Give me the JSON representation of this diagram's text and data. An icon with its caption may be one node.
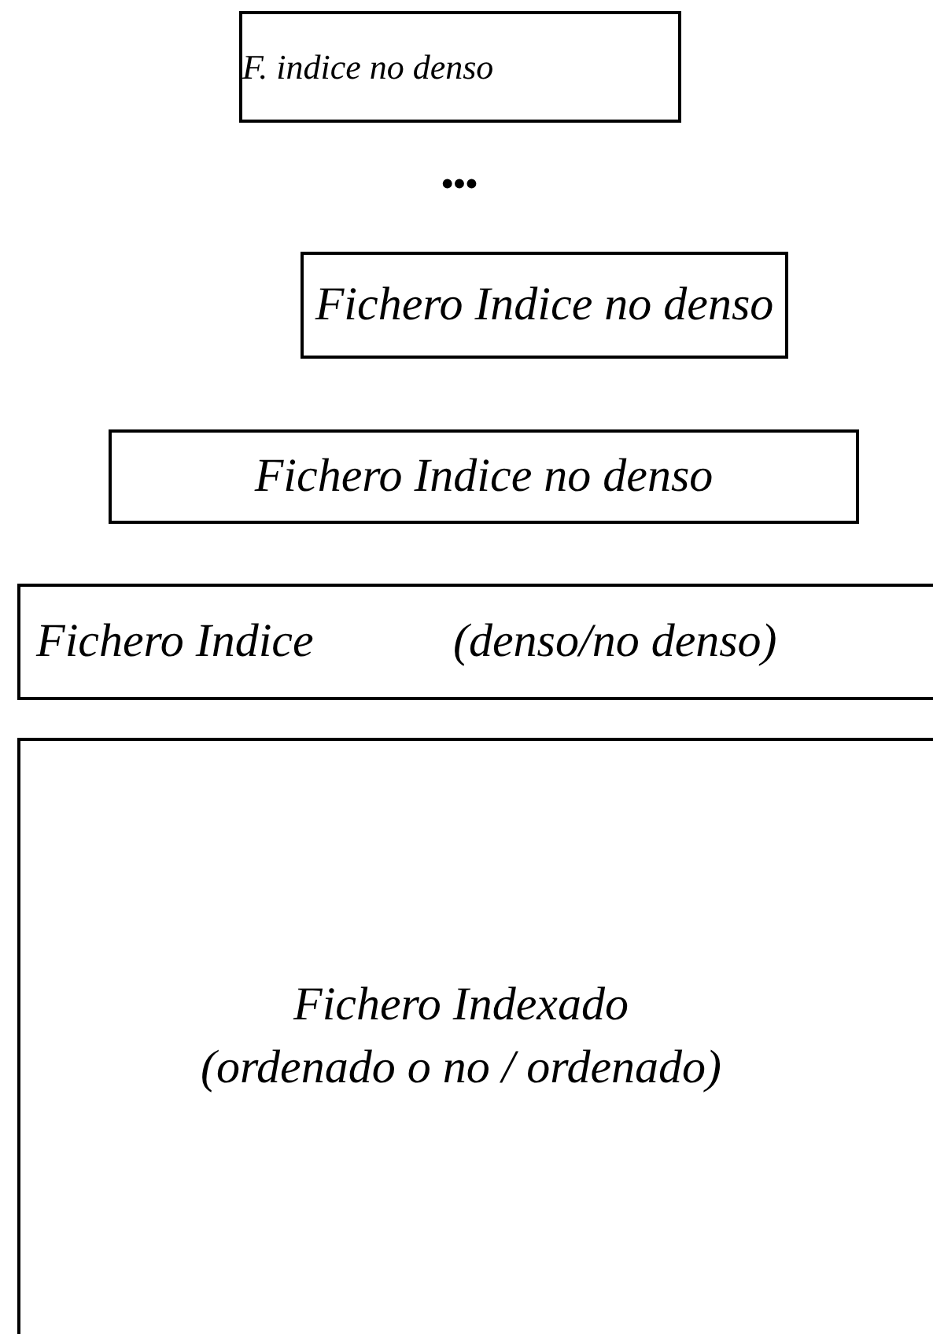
{
  "diagram": {
    "nodes": [
      {
        "text": [
          "F. indice no denso"
        ]
      },
      {
        "text": [
          "Fichero Indice no denso"
        ]
      },
      {
        "text": [
          "Fichero Indice no denso"
        ]
      },
      {
        "text": [
          "Fichero Indice",
          "(denso/no denso)"
        ]
      },
      {
        "text": [
          "Fichero Indexado",
          "(ordenado o no / ordenado)"
        ]
      }
    ],
    "labels": [
      "•••"
    ]
  }
}
